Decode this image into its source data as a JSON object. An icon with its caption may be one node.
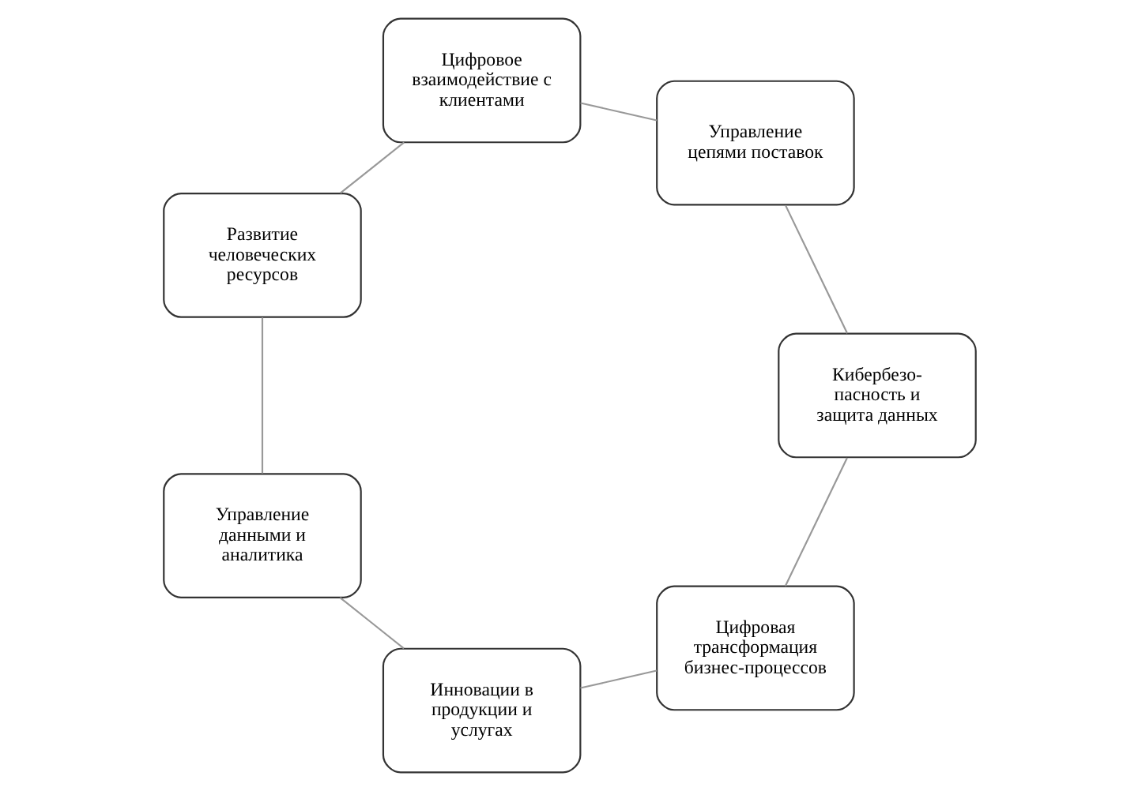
{
  "diagram": {
    "nodes": [
      {
        "text": [
          "Цифровая трансформация бизнес-процессов"
        ]
      },
      {
        "text": [
          "Кибербезо- пасность и защита данных"
        ]
      },
      {
        "text": [
          "Инновации в продукции и услугах"
        ]
      },
      {
        "text": [
          "Управление цепями поставок"
        ]
      },
      {
        "text": [
          "Управление данными и аналитика"
        ]
      },
      {
        "text": [
          "Цифровое взаимодействие с клиентами"
        ]
      },
      {
        "text": [
          "Развитие человеческих ресурсов"
        ]
      }
    ],
    "edges": [
      {
        "from": 0,
        "to": 2,
        "arrow": "none"
      },
      {
        "from": 2,
        "to": 4,
        "arrow": "none"
      },
      {
        "from": 4,
        "to": 6,
        "arrow": "none"
      },
      {
        "from": 6,
        "to": 5,
        "arrow": "none"
      },
      {
        "from": 5,
        "to": 3,
        "arrow": "none"
      },
      {
        "from": 3,
        "to": 1,
        "arrow": "none"
      },
      {
        "from": 1,
        "to": 0,
        "arrow": "none"
      }
    ]
  }
}
